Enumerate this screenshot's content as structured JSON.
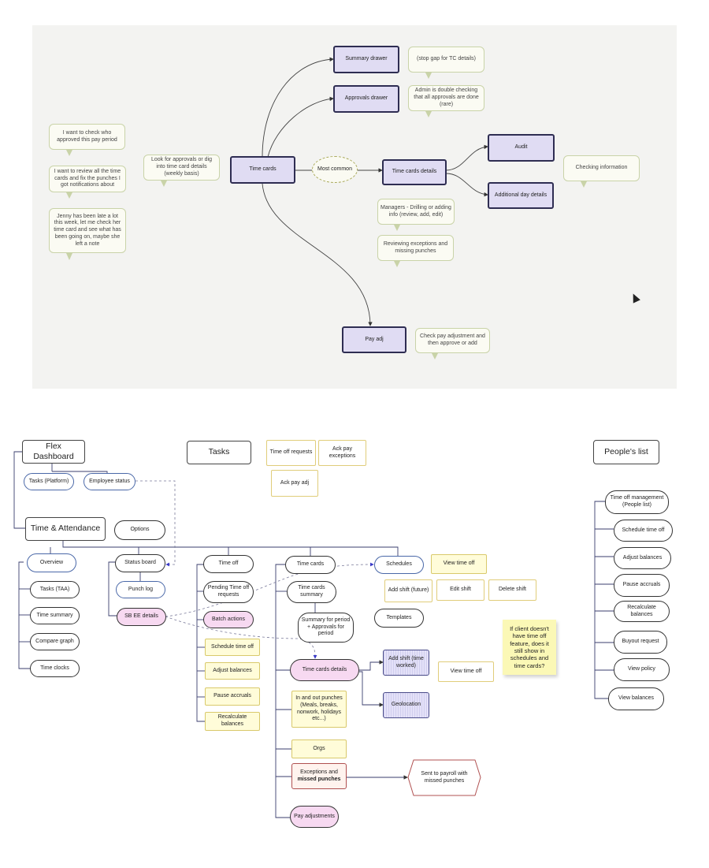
{
  "top": {
    "time_cards": "Time cards",
    "summary_drawer": "Summary drawer",
    "approvals_drawer": "Approvals drawer",
    "time_cards_details": "Time cards details",
    "audit": "Audit",
    "additional_day_details": "Additional day details",
    "pay_adj": "Pay adj",
    "most_common": "Most common",
    "notes": {
      "stop_gap": "(stop gap for TC details)",
      "admin_double_check": "Admin is double checking that all approvals are done (rare)",
      "check_approver": "I want to check who approved this pay period",
      "review_time_cards": "I want to review all the time cards and fix the punches I got notifications about",
      "jenny_late": "Jenny has been late a lot this week, let me check her time card and see what has been going on, maybe she left a note",
      "look_for_approvals": "Look for approvals or dig into time card details (weekly basis)",
      "checking_information": "Checking information",
      "managers_drilling": "Managers - Drilling or adding info (review, add, edit)",
      "reviewing_exceptions": "Reviewing exceptions and missing punches",
      "check_pay_adjustment": "Check pay adjustment and then approve or add"
    }
  },
  "bottom": {
    "flex_dashboard": "Flex Dashboard",
    "tasks_platform": "Tasks (Platform)",
    "employee_status": "Employee status",
    "tasks_header": "Tasks",
    "tasks_list": {
      "time_off_requests": "Time off requests",
      "ack_pay_exceptions": "Ack pay exceptions",
      "ack_pay_adj": "Ack pay adj"
    },
    "peoples_list": "People's list",
    "time_attendance": "Time & Attendance",
    "options": "Options",
    "overview": "Overview",
    "overview_items": [
      "Tasks (TAA)",
      "Time summary",
      "Compare graph",
      "Time clocks"
    ],
    "status_board": "Status board",
    "punch_log": "Punch log",
    "sb_ee_details": "SB EE details",
    "time_off": "Time off",
    "pending_time_off_requests": "Pending Time off requests",
    "batch_actions": "Batch actions",
    "time_off_yellow": [
      "Schedule time off",
      "Adjust balances",
      "Pause accruals",
      "Recalculate balances"
    ],
    "time_cards": "Time cards",
    "time_cards_summary": "Time cards summary",
    "summary_for_period": "Summary for period + Approvals for period",
    "time_cards_details": "Time cards details",
    "in_out_punches": "In and out punches (Meals, breaks, nonwork, holidays etc...)",
    "orgs": "Orgs",
    "exceptions_missed": "Exceptions and",
    "exceptions_missed_bold": "missed punches",
    "pay_adjustments": "Pay adjustments",
    "sent_to_payroll": "Sent to payroll with missed punches",
    "schedules": "Schedules",
    "view_time_off": "View time off",
    "add_shift_future": "Add shift (future)",
    "edit_shift": "Edit shift",
    "delete_shift": "Delete shift",
    "templates": "Templates",
    "add_shift_worked": "Add shift (time worked)",
    "view_time_off_2": "View time off",
    "geolocation": "Geolocation",
    "sticky_note": "If client doesn't have time off feature, does it still show in schedules and time cards?",
    "people_items": [
      "Time off management (People list)",
      "Schedule time off",
      "Adjust balances",
      "Pause accruals",
      "Recalculate balances",
      "Buyout request",
      "View policy",
      "View balances"
    ]
  },
  "colors": {
    "node_purple": "#e0dcf3",
    "node_border": "#2e2d52",
    "note_yellow": "#fffcd9",
    "pink": "#f7d9f1",
    "board_bg": "#f3f3f1"
  }
}
